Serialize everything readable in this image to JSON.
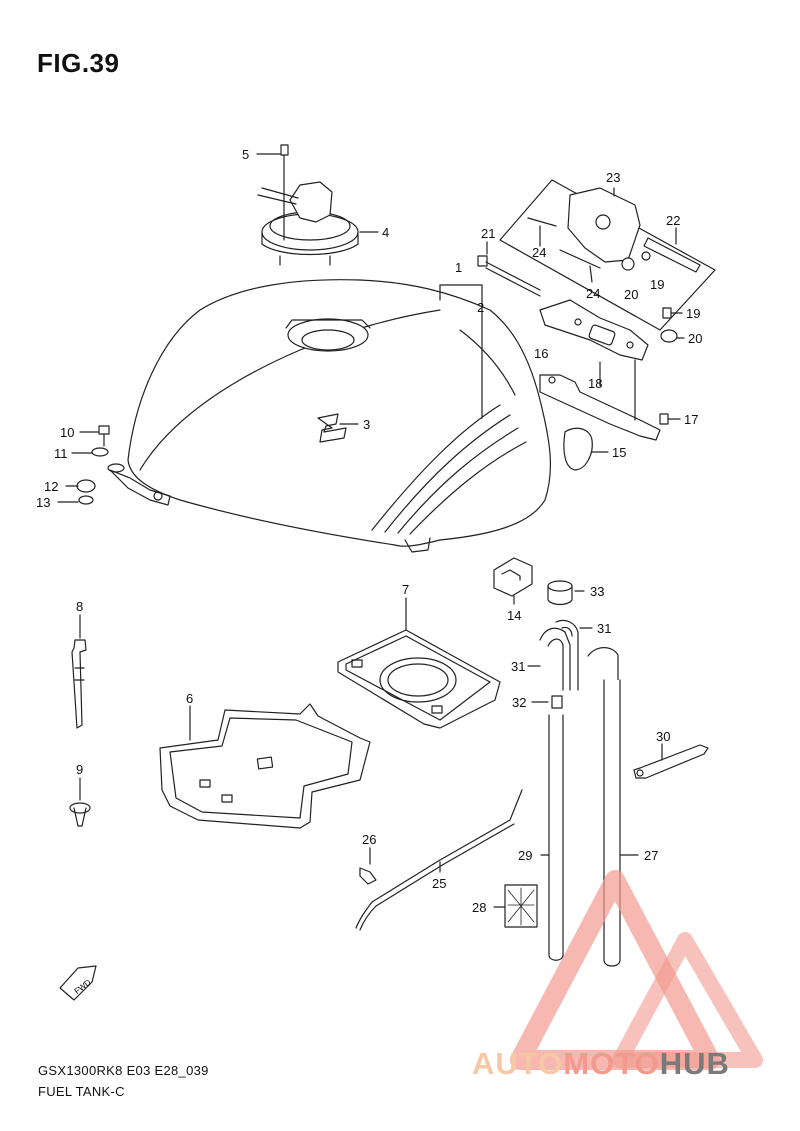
{
  "figure": {
    "title": "FIG.39",
    "model_code": "GSX1300RK8 E03 E28_039",
    "section_name": "FUEL TANK-C"
  },
  "callouts": [
    {
      "id": "c1",
      "label": "1"
    },
    {
      "id": "c2",
      "label": "2"
    },
    {
      "id": "c3",
      "label": "3"
    },
    {
      "id": "c4",
      "label": "4"
    },
    {
      "id": "c5",
      "label": "5"
    },
    {
      "id": "c6",
      "label": "6"
    },
    {
      "id": "c7",
      "label": "7"
    },
    {
      "id": "c8",
      "label": "8"
    },
    {
      "id": "c9",
      "label": "9"
    },
    {
      "id": "c10",
      "label": "10"
    },
    {
      "id": "c11",
      "label": "11"
    },
    {
      "id": "c12",
      "label": "12"
    },
    {
      "id": "c13",
      "label": "13"
    },
    {
      "id": "c14",
      "label": "14"
    },
    {
      "id": "c15",
      "label": "15"
    },
    {
      "id": "c16",
      "label": "16"
    },
    {
      "id": "c17",
      "label": "17"
    },
    {
      "id": "c18",
      "label": "18"
    },
    {
      "id": "c19a",
      "label": "19"
    },
    {
      "id": "c19b",
      "label": "19"
    },
    {
      "id": "c20a",
      "label": "20"
    },
    {
      "id": "c20b",
      "label": "20"
    },
    {
      "id": "c21",
      "label": "21"
    },
    {
      "id": "c22",
      "label": "22"
    },
    {
      "id": "c23",
      "label": "23"
    },
    {
      "id": "c24a",
      "label": "24"
    },
    {
      "id": "c24b",
      "label": "24"
    },
    {
      "id": "c25",
      "label": "25"
    },
    {
      "id": "c26",
      "label": "26"
    },
    {
      "id": "c27",
      "label": "27"
    },
    {
      "id": "c28",
      "label": "28"
    },
    {
      "id": "c29",
      "label": "29"
    },
    {
      "id": "c30",
      "label": "30"
    },
    {
      "id": "c31a",
      "label": "31"
    },
    {
      "id": "c31b",
      "label": "31"
    },
    {
      "id": "c32",
      "label": "32"
    },
    {
      "id": "c33",
      "label": "33"
    }
  ],
  "fwd_marker": "FWD",
  "watermark": {
    "part1": "AUTO",
    "part2": "MOTO",
    "part3": "HUB",
    "color_auto": "#f6c9a4",
    "color_moto": "#f29a8e",
    "color_hub": "#7a7a7a"
  }
}
